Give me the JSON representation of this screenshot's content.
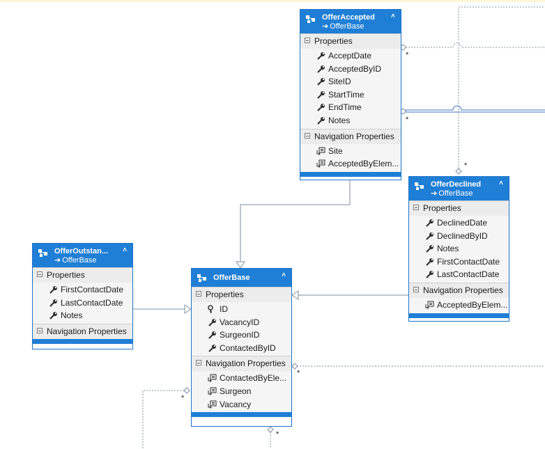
{
  "colors": {
    "header": "#1f7fd6",
    "border": "#1e73c8",
    "connector": "#7b8fa6"
  },
  "entities": {
    "offer_accepted": {
      "name": "OfferAccepted",
      "base": "OfferBase",
      "sections": {
        "properties": {
          "title": "Properties",
          "items": [
            "AcceptDate",
            "AcceptedByID",
            "SiteID",
            "StartTime",
            "EndTime",
            "Notes"
          ]
        },
        "navigation": {
          "title": "Navigation Properties",
          "items": [
            "Site",
            "AcceptedByElem..."
          ]
        }
      }
    },
    "offer_declined": {
      "name": "OfferDeclined",
      "base": "OfferBase",
      "sections": {
        "properties": {
          "title": "Properties",
          "items": [
            "DeclinedDate",
            "DeclinedByID",
            "Notes",
            "FirstContactDate",
            "LastContactDate"
          ]
        },
        "navigation": {
          "title": "Navigation Properties",
          "items": [
            "AcceptedByElem..."
          ]
        }
      }
    },
    "offer_outstanding": {
      "name": "OfferOutstan...",
      "base": "OfferBase",
      "sections": {
        "properties": {
          "title": "Properties",
          "items": [
            "FirstContactDate",
            "LastContactDate",
            "Notes"
          ]
        },
        "navigation": {
          "title": "Navigation Properties",
          "items": []
        }
      }
    },
    "offer_base": {
      "name": "OfferBase",
      "base": "",
      "sections": {
        "properties": {
          "title": "Properties",
          "items": [
            "ID",
            "VacancyID",
            "SurgeonID",
            "ContactedByID"
          ]
        },
        "navigation": {
          "title": "Navigation Properties",
          "items": [
            "ContactedByEle...",
            "Surgeon",
            "Vacancy"
          ]
        }
      }
    }
  },
  "multiplicity_marks": [
    "*",
    "*",
    "*",
    "*",
    "*",
    "*"
  ]
}
